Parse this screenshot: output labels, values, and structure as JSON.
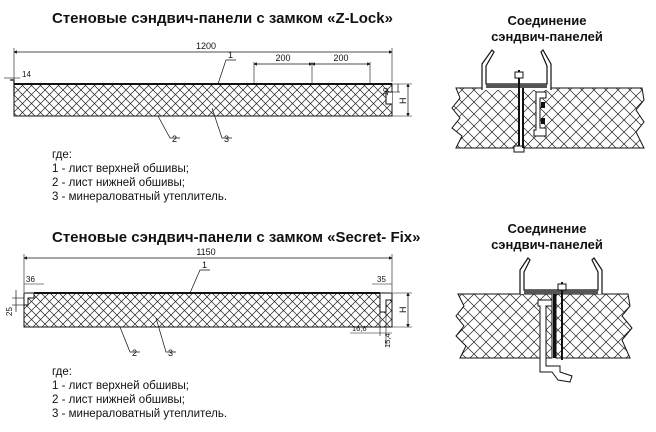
{
  "section1": {
    "title": "Стеновые сэндвич-панели с замком «Z-Lock»",
    "side_title_line1": "Соединение",
    "side_title_line2": "сэндвич-панелей",
    "dims": {
      "length": "1200",
      "step_a": "200",
      "step_b": "200",
      "lock": "14",
      "small": "10",
      "thickness": "H"
    },
    "callouts": {
      "c1": "1",
      "c2": "2",
      "c3": "3"
    },
    "legend": {
      "intro": "где:",
      "item1": "1 - лист верхней обшивы;",
      "item2": "2 - лист нижней обшивы;",
      "item3": "3 - минераловатный утеплитель."
    }
  },
  "section2": {
    "title": "Стеновые сэндвич-панели с замком  «Secret- Fix»",
    "side_title_line1": "Соединение",
    "side_title_line2": "сэндвич-панелей",
    "dims": {
      "length": "1150",
      "left_lock": "36",
      "right_lock": "35",
      "left_depth": "25",
      "thickness": "H",
      "bottom_a": "16,6",
      "bottom_b": "15,4"
    },
    "callouts": {
      "c1": "1",
      "c2": "2",
      "c3": "3"
    },
    "legend": {
      "intro": "где:",
      "item1": "1 - лист верхней обшивы;",
      "item2": "2 - лист нижней обшивы;",
      "item3": "3 - минераловатный утеплитель."
    }
  }
}
